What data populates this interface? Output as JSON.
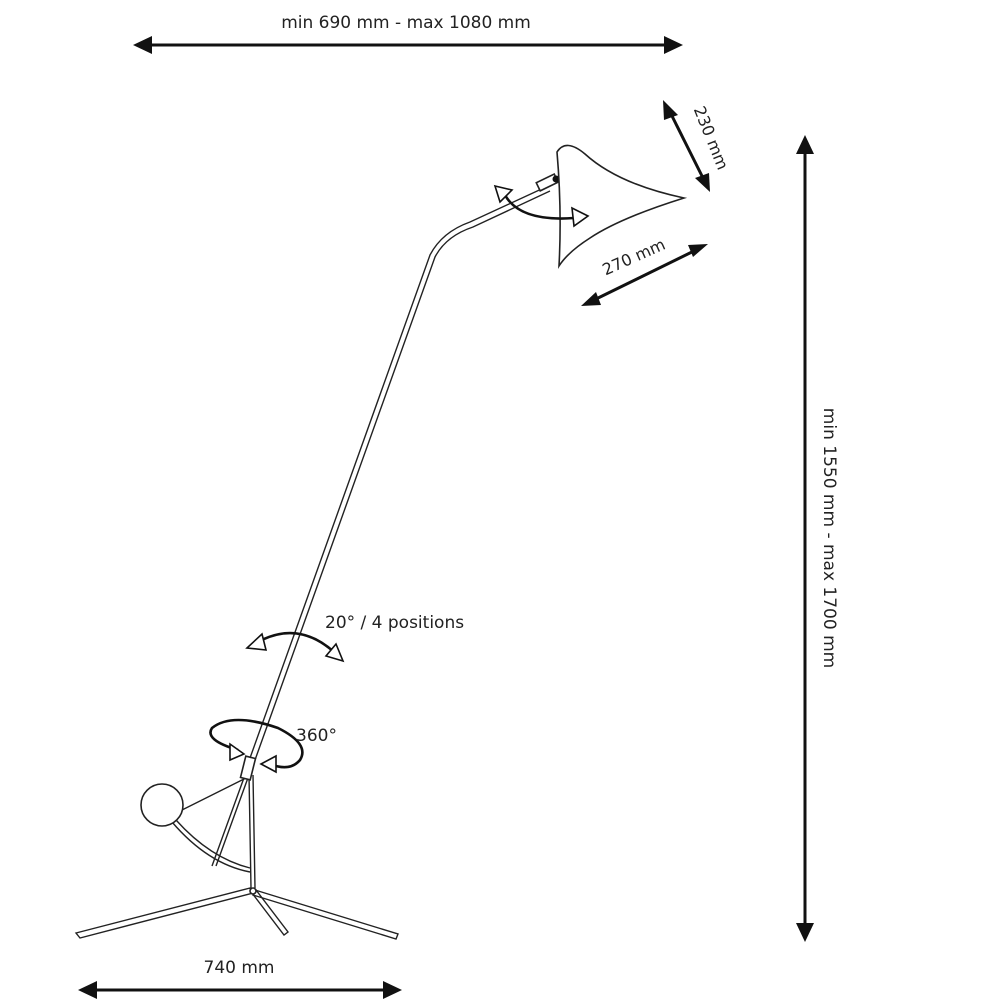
{
  "dimensions": {
    "top_width": "min 690 mm - max 1080 mm",
    "shade_depth": "230 mm",
    "shade_width": "270 mm",
    "height": "min 1550 mm - max 1700 mm",
    "base_width": "740 mm"
  },
  "annotations": {
    "tilt": "20° / 4 positions",
    "rotation": "360°"
  }
}
